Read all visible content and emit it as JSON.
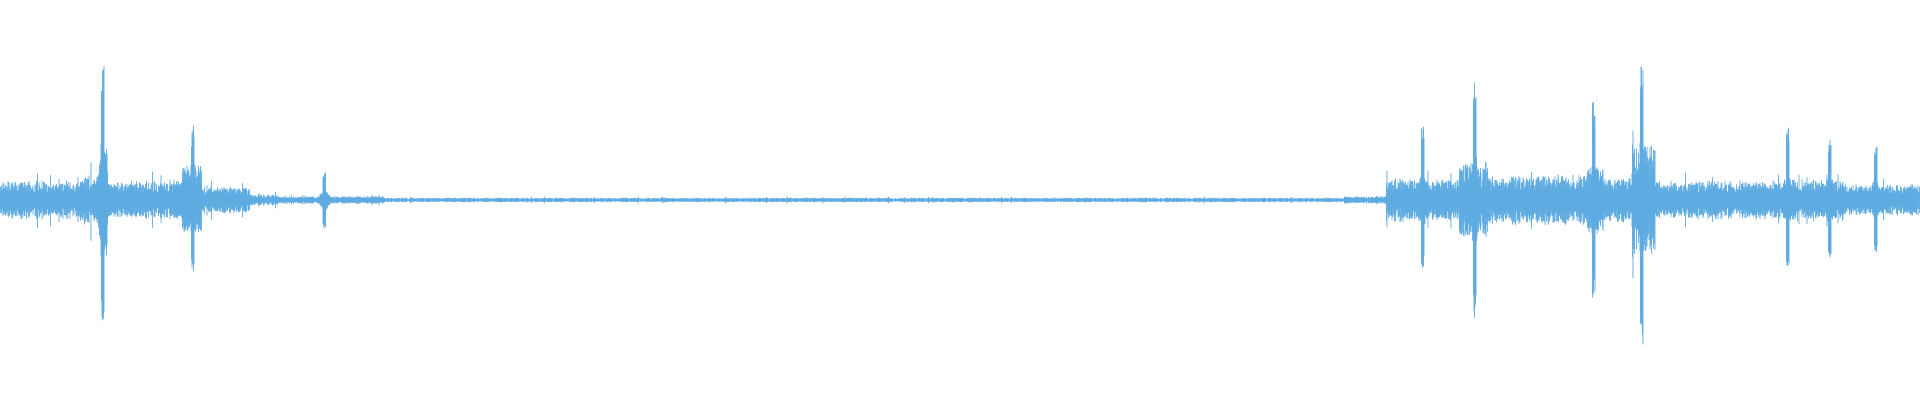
{
  "waveform": {
    "color": "#5eabe1",
    "background": "#ffffff",
    "segments": [
      {
        "from": 0.0,
        "to": 0.04,
        "amplitude": 0.1
      },
      {
        "from": 0.04,
        "to": 0.052,
        "amplitude": 0.13
      },
      {
        "from": 0.052,
        "to": 0.056,
        "amplitude": 0.3
      },
      {
        "from": 0.056,
        "to": 0.095,
        "amplitude": 0.1
      },
      {
        "from": 0.095,
        "to": 0.105,
        "amplitude": 0.18
      },
      {
        "from": 0.105,
        "to": 0.13,
        "amplitude": 0.07
      },
      {
        "from": 0.13,
        "to": 0.145,
        "amplitude": 0.03
      },
      {
        "from": 0.145,
        "to": 0.2,
        "amplitude": 0.02
      },
      {
        "from": 0.2,
        "to": 0.7,
        "amplitude": 0.012
      },
      {
        "from": 0.7,
        "to": 0.722,
        "amplitude": 0.02
      },
      {
        "from": 0.722,
        "to": 0.76,
        "amplitude": 0.11
      },
      {
        "from": 0.76,
        "to": 0.775,
        "amplitude": 0.2
      },
      {
        "from": 0.775,
        "to": 0.825,
        "amplitude": 0.13
      },
      {
        "from": 0.825,
        "to": 0.835,
        "amplitude": 0.17
      },
      {
        "from": 0.835,
        "to": 0.85,
        "amplitude": 0.12
      },
      {
        "from": 0.85,
        "to": 0.862,
        "amplitude": 0.3
      },
      {
        "from": 0.862,
        "to": 0.93,
        "amplitude": 0.1
      },
      {
        "from": 0.93,
        "to": 0.96,
        "amplitude": 0.11
      },
      {
        "from": 0.96,
        "to": 1.0,
        "amplitude": 0.08
      }
    ],
    "peaks": [
      {
        "at": 0.0535,
        "amplitude": 0.7
      },
      {
        "at": 0.1005,
        "amplitude": 0.38
      },
      {
        "at": 0.169,
        "amplitude": 0.15
      },
      {
        "at": 0.741,
        "amplitude": 0.38
      },
      {
        "at": 0.768,
        "amplitude": 0.62
      },
      {
        "at": 0.83,
        "amplitude": 0.5
      },
      {
        "at": 0.855,
        "amplitude": 0.74
      },
      {
        "at": 0.931,
        "amplitude": 0.38
      },
      {
        "at": 0.953,
        "amplitude": 0.34
      },
      {
        "at": 0.977,
        "amplitude": 0.3
      }
    ]
  }
}
